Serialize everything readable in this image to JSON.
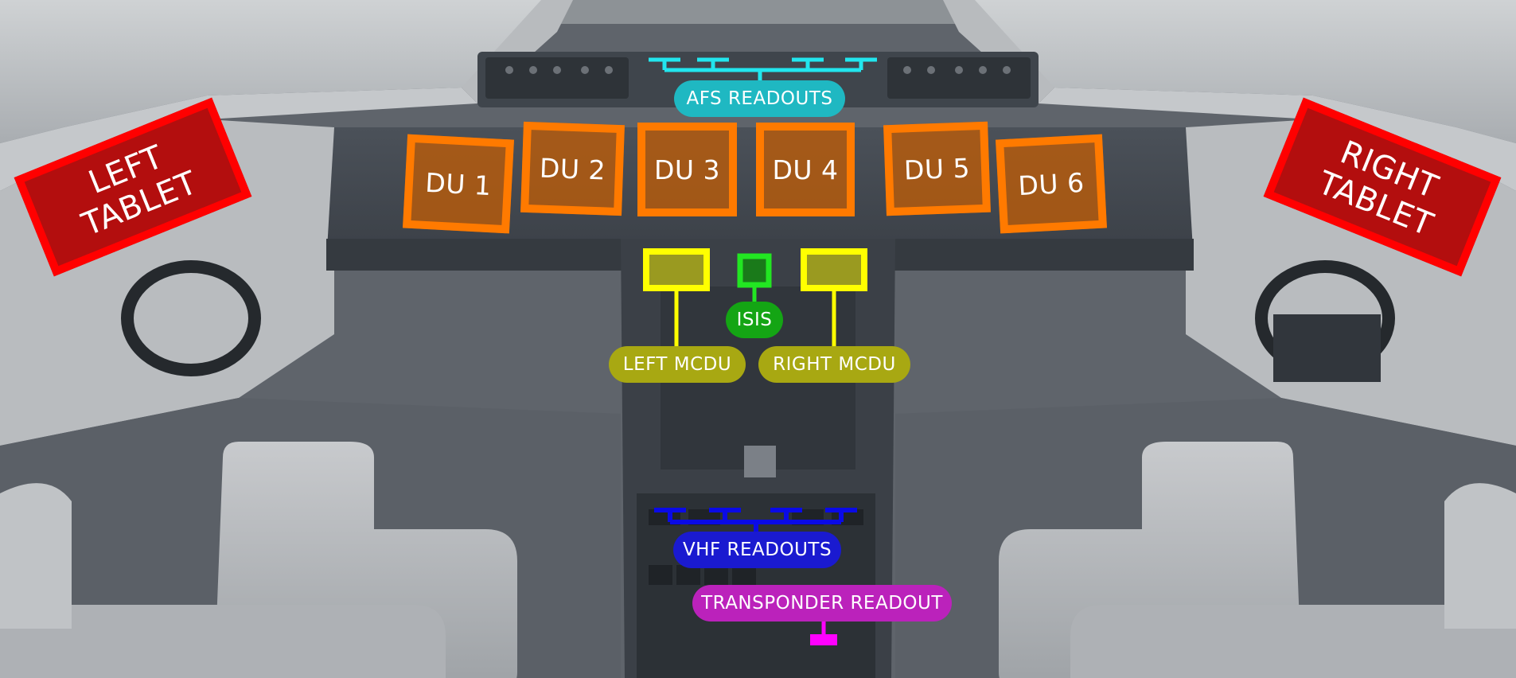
{
  "image": {
    "description_free_overlay": true
  },
  "labels": {
    "afs_readouts": "AFS READOUTS",
    "du1": "DU 1",
    "du2": "DU 2",
    "du3": "DU 3",
    "du4": "DU 4",
    "du5": "DU 5",
    "du6": "DU 6",
    "left_tablet": "LEFT\nTABLET",
    "right_tablet": "RIGHT\nTABLET",
    "isis": "ISIS",
    "left_mcdu": "LEFT MCDU",
    "right_mcdu": "RIGHT MCDU",
    "vhf_readouts": "VHF READOUTS",
    "transponder_readout": "TRANSPONDER READOUT"
  },
  "colors": {
    "afs": "#1fb8c2",
    "afs_bracket": "#22e6ee",
    "du_border": "#ff7a00",
    "du_fill": "#be5c08",
    "tablet_border": "#ff0000",
    "tablet_fill": "#b30e0e",
    "isis": "#14a514",
    "isis_marker": "#22e622",
    "mcdu": "#a8a812",
    "mcdu_marker": "#ffff00",
    "vhf": "#1a1ad0",
    "vhf_bracket": "#0a0ae6",
    "transponder": "#bb22bb",
    "transponder_marker": "#ff00ff"
  }
}
